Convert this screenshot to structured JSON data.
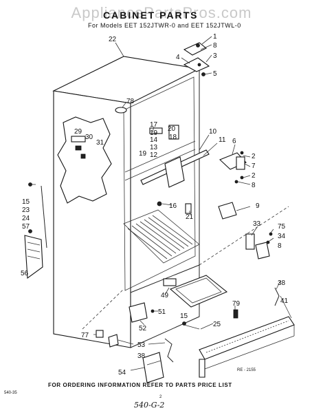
{
  "watermark": "AppliancePartsPros.com",
  "heading": "CABINET PARTS",
  "subheading": "For Models EET 152JTWR-0 and EET 152JTWL-0",
  "footer_note": "FOR ORDERING INFORMATION REFER TO PARTS PRICE LIST",
  "diagram_code": "RE - 2155",
  "corner_code": "540-35",
  "page_mark": "2",
  "handwritten_note": "540-G-2",
  "callouts": {
    "c22": "22",
    "c1": "1",
    "c8a": "8",
    "c3": "3",
    "c4": "4",
    "c5": "5",
    "c78": "78",
    "c29": "29",
    "c30": "30",
    "c31": "31",
    "c17": "17",
    "c19a": "19",
    "c20": "20",
    "c14": "14",
    "c18": "18",
    "c13": "13",
    "c12": "12",
    "c19b": "19",
    "c10": "10",
    "c11": "11",
    "c6": "6",
    "c2a": "2",
    "c7": "7",
    "c2b": "2",
    "c8b": "8",
    "c15a": "15",
    "c23": "23",
    "c24": "24",
    "c57": "57",
    "c16": "16",
    "c21": "21",
    "c9": "9",
    "c33": "33",
    "c75": "75",
    "c34": "34",
    "c8c": "8",
    "c56": "56",
    "c38a": "38",
    "c49": "49",
    "c51": "51",
    "c52": "52",
    "c79": "79",
    "c15b": "15",
    "c25": "25",
    "c41": "41",
    "c53": "53",
    "c77": "77",
    "c38b": "38",
    "c54": "54"
  }
}
